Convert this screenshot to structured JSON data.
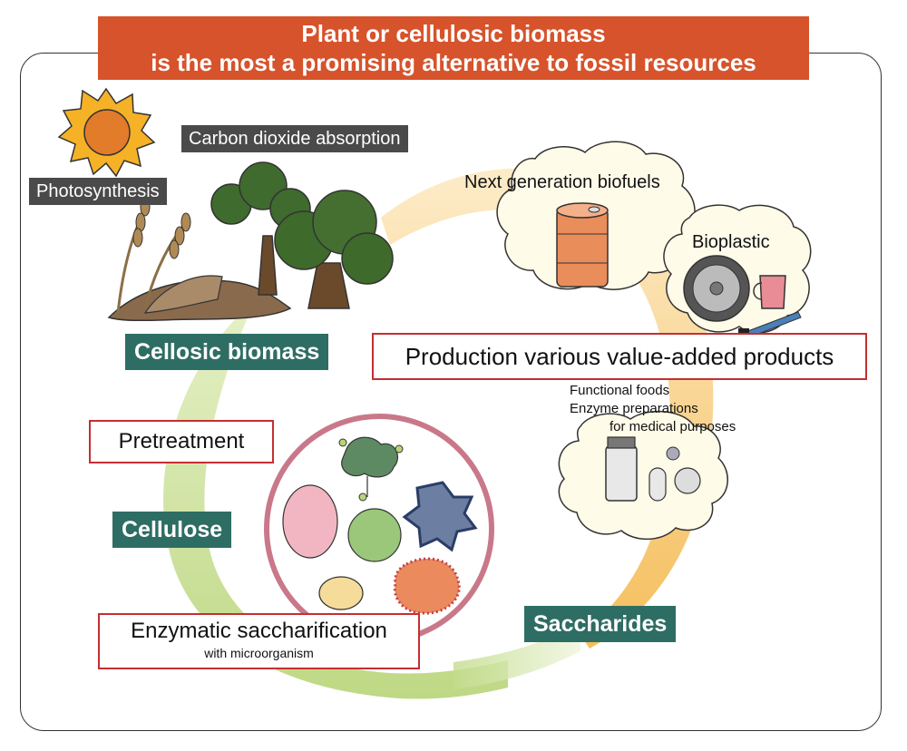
{
  "header": {
    "line1": "Plant or cellulosic biomass",
    "line2": "is the most a promising alternative to fossil resources"
  },
  "labels": {
    "carbon_dioxide": "Carbon dioxide absorption",
    "photosynthesis": "Photosynthesis",
    "cellulosic_biomass": "Cellosic biomass",
    "pretreatment": "Pretreatment",
    "cellulose": "Cellulose",
    "enzymatic_title": "Enzymatic saccharification",
    "enzymatic_sub": "with microorganism",
    "saccharides": "Saccharides",
    "production": "Production various value-added products"
  },
  "products": {
    "biofuels": "Next generation biofuels",
    "bioplastic": "Bioplastic",
    "functional_foods": "Functional foods",
    "enzyme_preparations": "Enzyme preparations",
    "medical": "for medical purposes"
  },
  "colors": {
    "banner": "#d6532b",
    "teal": "#2e6d63",
    "dark": "#4a4a4a",
    "red_border": "#c42f32",
    "arrow_green": "#b9d57a",
    "arrow_orange": "#f3b24a"
  }
}
